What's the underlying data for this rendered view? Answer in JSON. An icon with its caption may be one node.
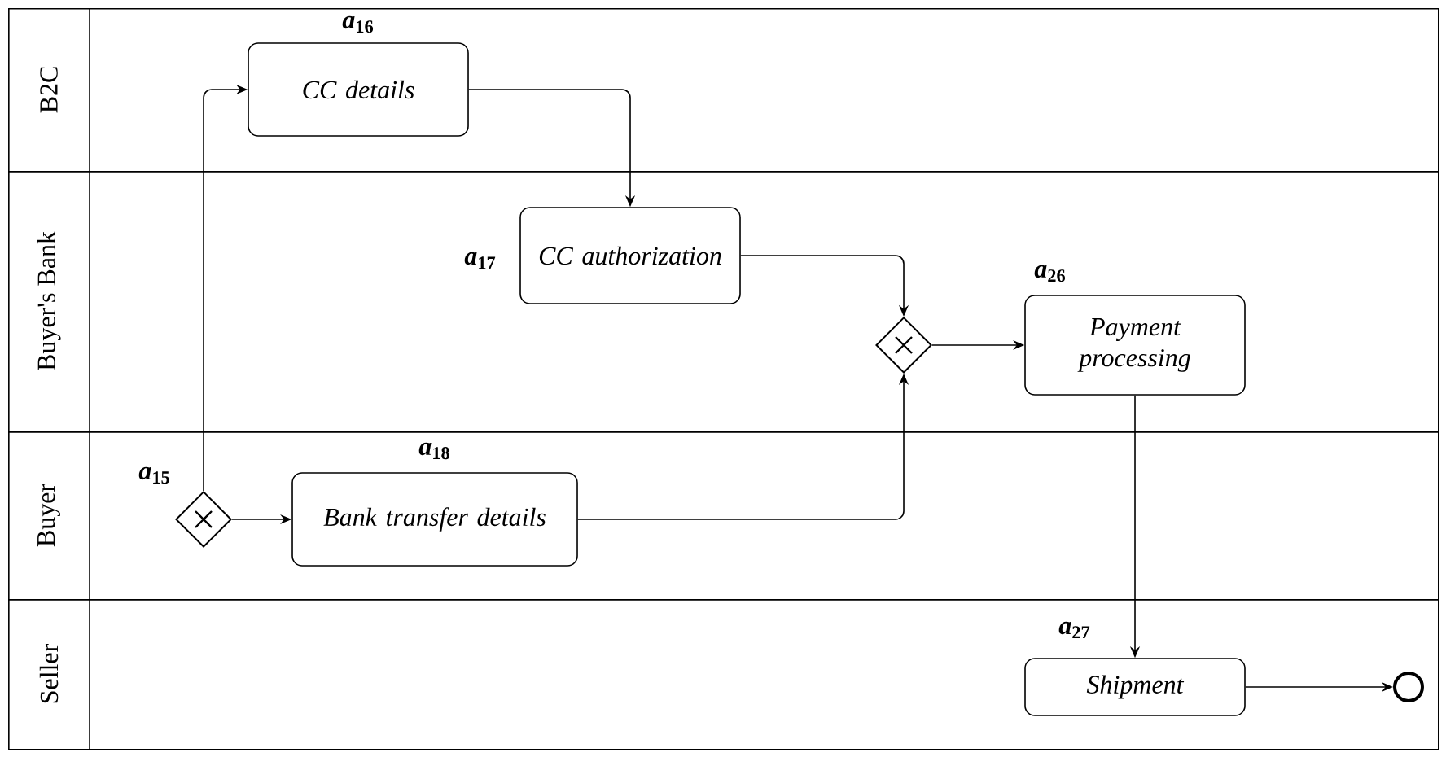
{
  "diagram": {
    "nodes": [
      {
        "text": [
          "B2C"
        ]
      },
      {
        "text": [
          "Buyer's Bank"
        ]
      },
      {
        "text": [
          "Buyer"
        ]
      },
      {
        "text": [
          "Seller"
        ]
      },
      {
        "text": [
          "CC details"
        ],
        "in": 0,
        "beside": [
          "*a*$_{16}$"
        ]
      },
      {
        "text": [
          "CC authorization"
        ],
        "in": 1,
        "beside": [
          "*a*$_{17}$"
        ]
      },
      {
        "text": [],
        "shape": "diamond",
        "in": 2,
        "beside": [
          "*a*$_{15}$"
        ]
      },
      {
        "text": [
          "Bank transfer details"
        ],
        "in": 2,
        "beside": [
          "*a*$_{18}$"
        ]
      },
      {
        "text": [],
        "shape": "diamond",
        "in": 1
      },
      {
        "text": [
          "Payment processing"
        ],
        "in": 1,
        "beside": [
          "*a*$_{26}$"
        ]
      },
      {
        "text": [
          "Shipment"
        ],
        "in": 3,
        "beside": [
          "*a*$_{27}$"
        ]
      },
      {
        "text": [],
        "shape": "circle",
        "in": 3
      }
    ],
    "edges": [
      {
        "from": 6,
        "to": 4,
        "arrow": "to"
      },
      {
        "from": 4,
        "to": 5,
        "arrow": "to"
      },
      {
        "from": 5,
        "to": 8,
        "arrow": "to"
      },
      {
        "from": 6,
        "to": 7,
        "arrow": "to"
      },
      {
        "from": 7,
        "to": 8,
        "arrow": "to"
      },
      {
        "from": 8,
        "to": 9,
        "arrow": "to"
      },
      {
        "from": 9,
        "to": 10,
        "arrow": "to"
      },
      {
        "from": 10,
        "to": 11,
        "arrow": "to"
      }
    ]
  }
}
